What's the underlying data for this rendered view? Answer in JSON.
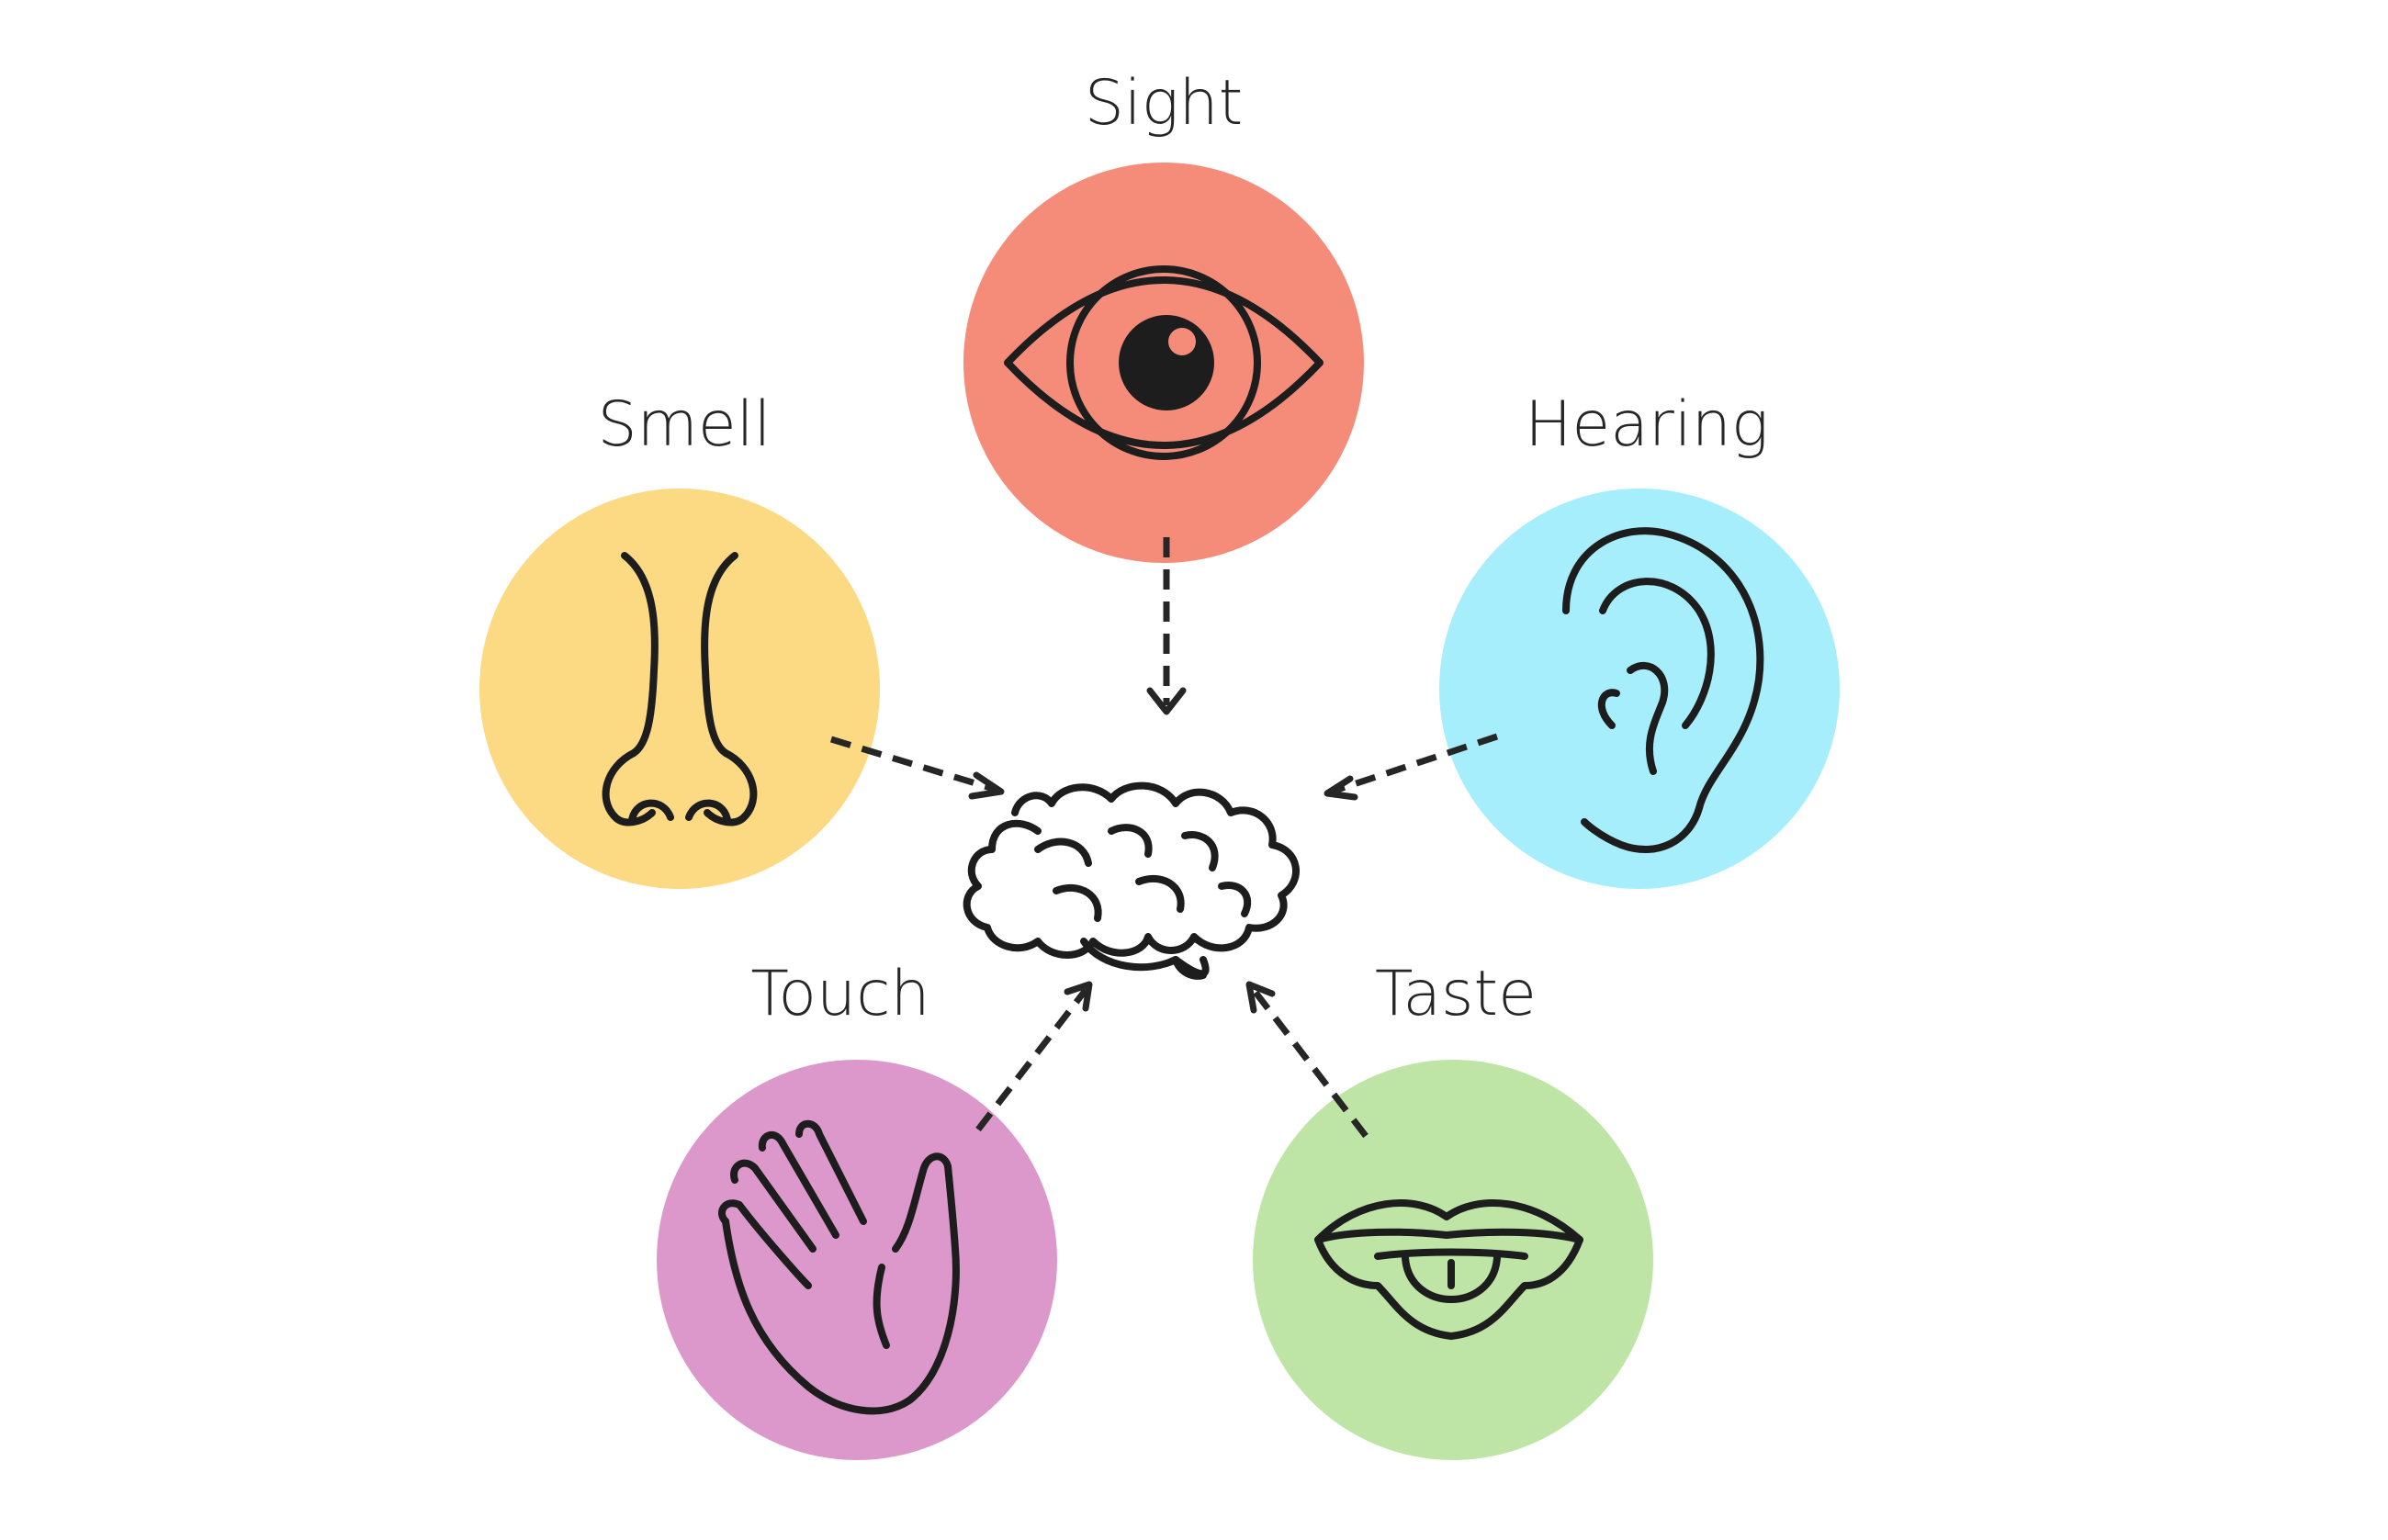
{
  "diagram": {
    "center": {
      "icon": "brain-icon"
    },
    "senses": [
      {
        "id": "sight",
        "label": "Sight",
        "icon": "eye-icon",
        "color": "#F58C7A"
      },
      {
        "id": "smell",
        "label": "Smell",
        "icon": "nose-icon",
        "color": "#FCD983"
      },
      {
        "id": "hearing",
        "label": "Hearing",
        "icon": "ear-icon",
        "color": "#A6EEFB"
      },
      {
        "id": "touch",
        "label": "Touch",
        "icon": "hand-icon",
        "color": "#DC98CB"
      },
      {
        "id": "taste",
        "label": "Taste",
        "icon": "mouth-icon",
        "color": "#BFE5A6"
      }
    ],
    "line_color": "#262626"
  }
}
